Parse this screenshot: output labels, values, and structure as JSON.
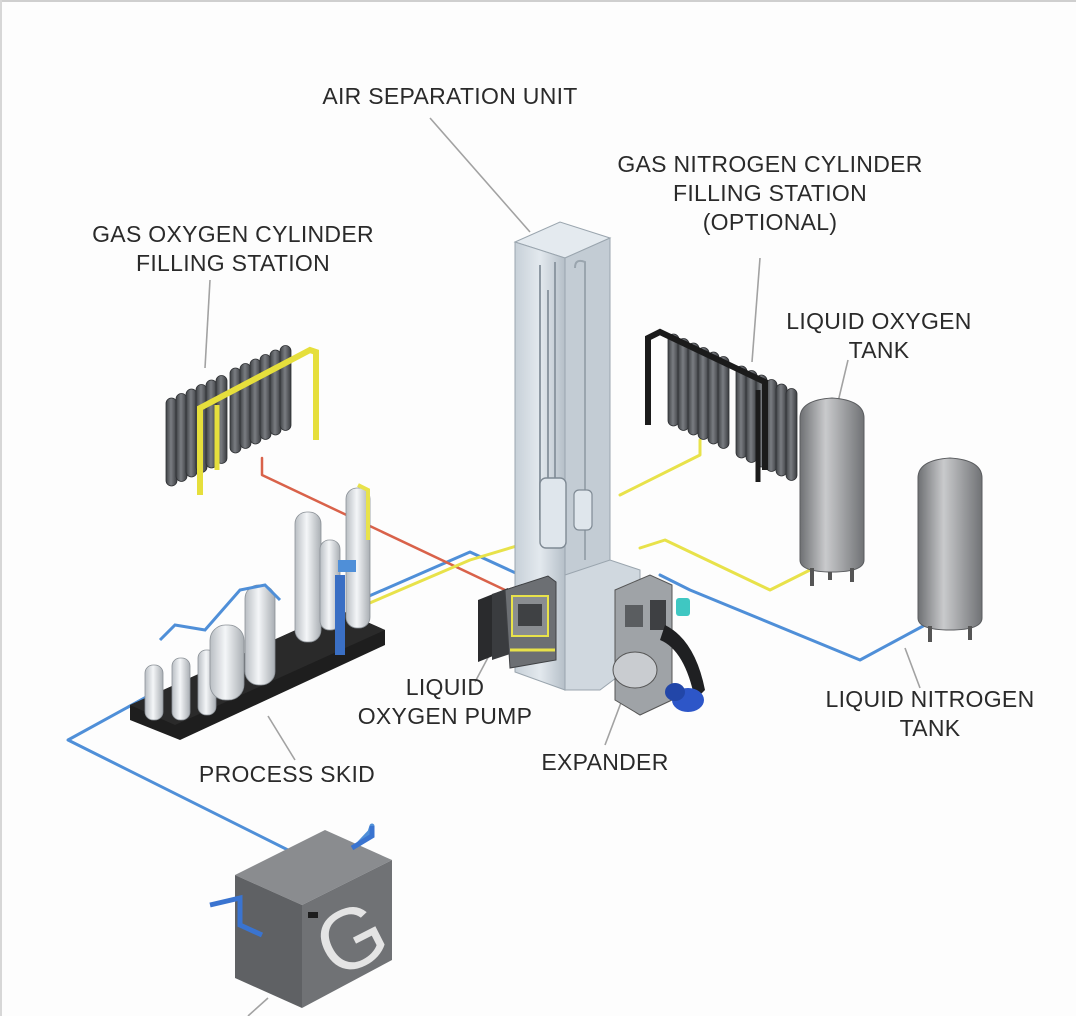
{
  "labels": {
    "air_separation_unit": [
      "AIR SEPARATION UNIT"
    ],
    "gas_nitrogen_station": [
      "GAS NITROGEN CYLINDER",
      "FILLING STATION",
      "(OPTIONAL)"
    ],
    "gas_oxygen_station": [
      "GAS OXYGEN CYLINDER",
      "FILLING STATION"
    ],
    "liquid_oxygen_tank": [
      "LIQUID OXYGEN",
      "TANK"
    ],
    "liquid_oxygen_pump": [
      "LIQUID",
      "OXYGEN PUMP"
    ],
    "process_skid": [
      "PROCESS SKID"
    ],
    "expander": [
      "EXPANDER"
    ],
    "liquid_nitrogen_tank": [
      "LIQUID NITROGEN",
      "TANK"
    ],
    "compressor_logo": "G"
  },
  "colors": {
    "yellow_pipe": "#e8e24a",
    "red_pipe": "#d9624a",
    "blue_pipe": "#4f8fd8",
    "cylinder": "#5b5e63",
    "tank": "#9a9c9e",
    "column": "#d3dbe2",
    "skid_base": "#1e1e1e",
    "compressor": "#6e7073",
    "leader_line": "#9a9a9a"
  }
}
